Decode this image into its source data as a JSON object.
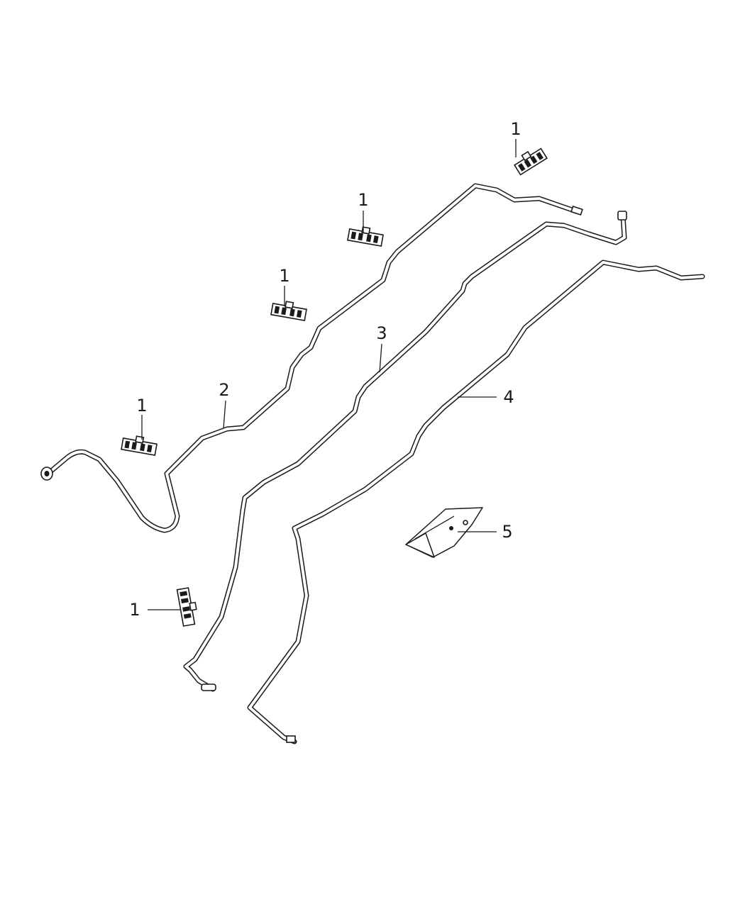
{
  "callouts": [
    {
      "id": "clip-a",
      "label": "1"
    },
    {
      "id": "clip-b",
      "label": "1"
    },
    {
      "id": "clip-c",
      "label": "1"
    },
    {
      "id": "clip-d",
      "label": "1"
    },
    {
      "id": "clip-e",
      "label": "1"
    },
    {
      "id": "line-2",
      "label": "2"
    },
    {
      "id": "line-3",
      "label": "3"
    },
    {
      "id": "line-4",
      "label": "4"
    },
    {
      "id": "shield-5",
      "label": "5"
    }
  ],
  "colors": {
    "ink": "#1a1a1a",
    "background": "#ffffff"
  }
}
